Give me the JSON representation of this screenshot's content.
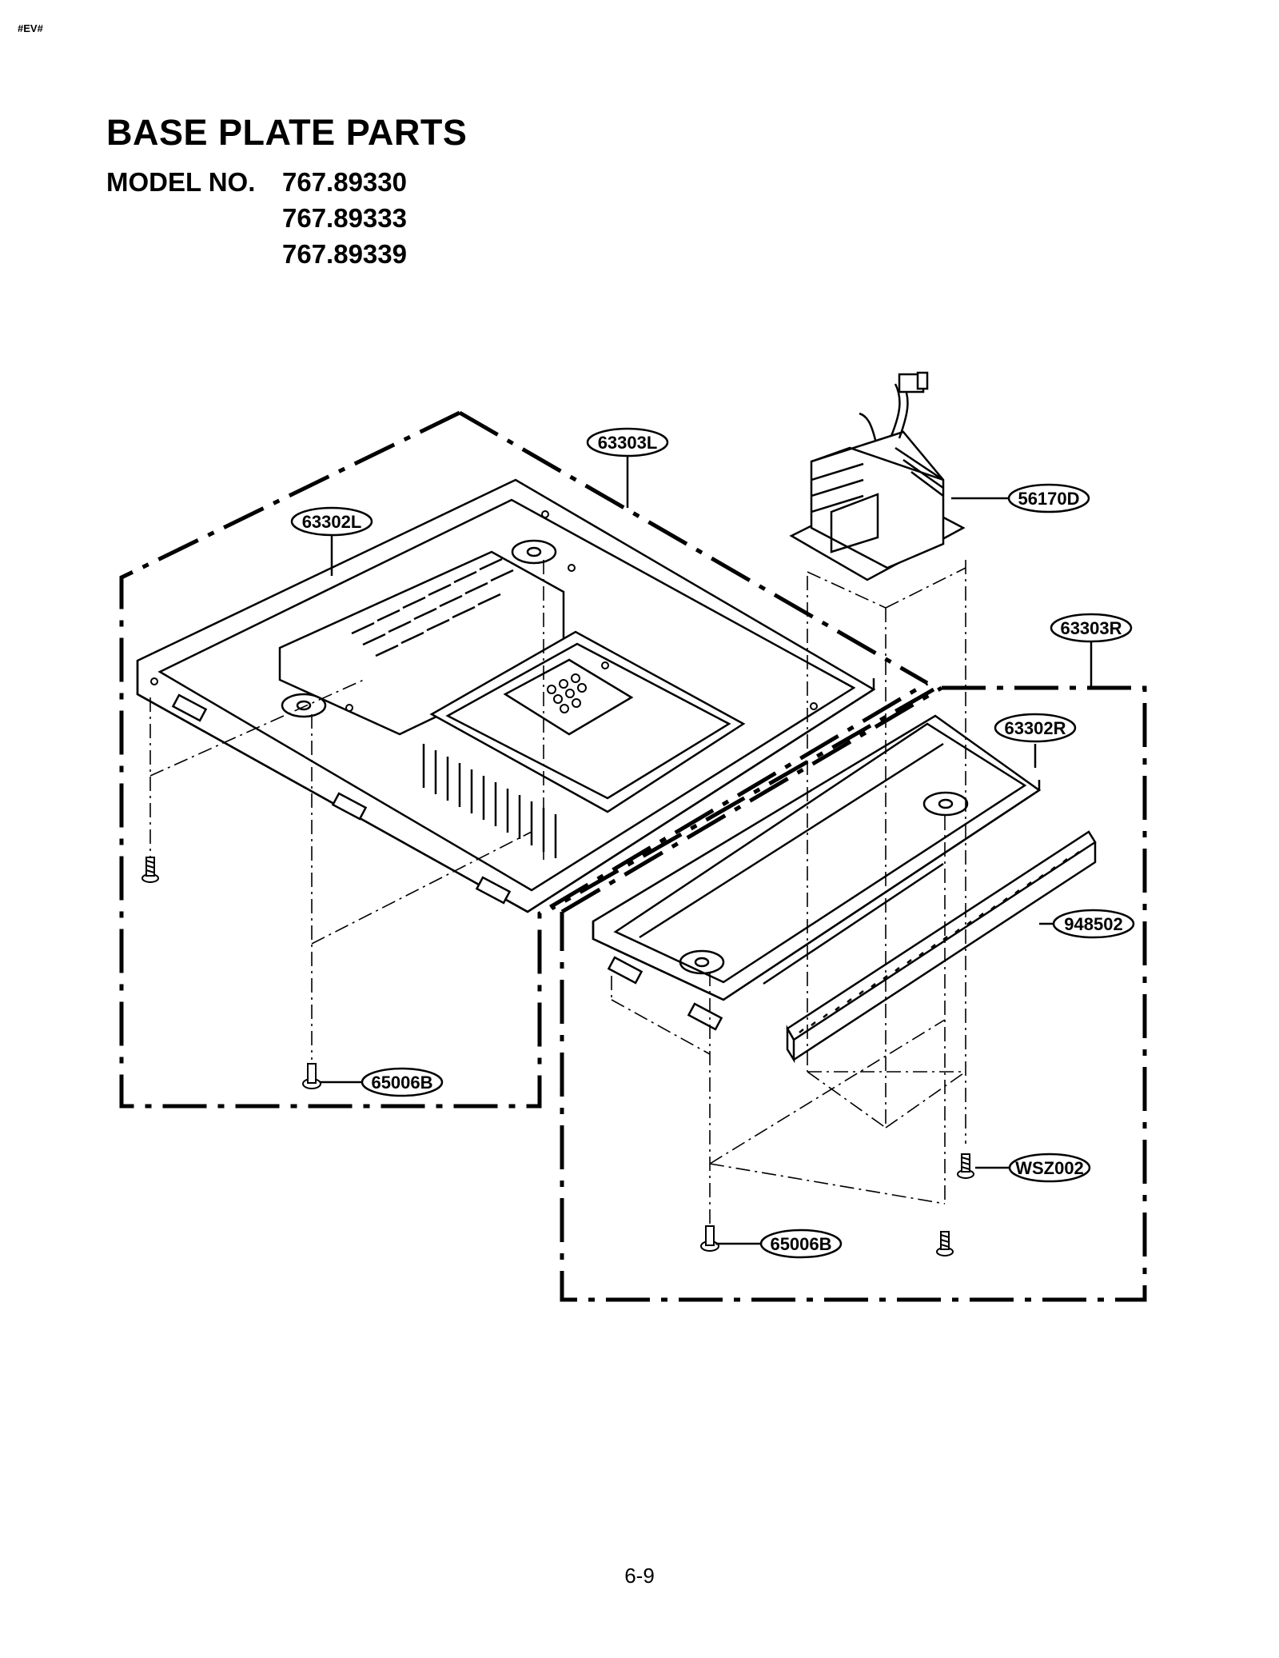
{
  "header": {
    "corner_mark": "#EV#"
  },
  "title": "BASE PLATE PARTS",
  "models": {
    "label": "MODEL NO.",
    "numbers": [
      "767.89330",
      "767.89333",
      "767.89339"
    ]
  },
  "callouts": {
    "p63303L": "63303L",
    "p63302L": "63302L",
    "p56170D": "56170D",
    "p63303R": "63303R",
    "p63302R": "63302R",
    "p948502": "948502",
    "p65006B_left": "65006B",
    "p65006B_right": "65006B",
    "pWSZ002": "WSZ002"
  },
  "footer": {
    "page_number": "6-9"
  }
}
